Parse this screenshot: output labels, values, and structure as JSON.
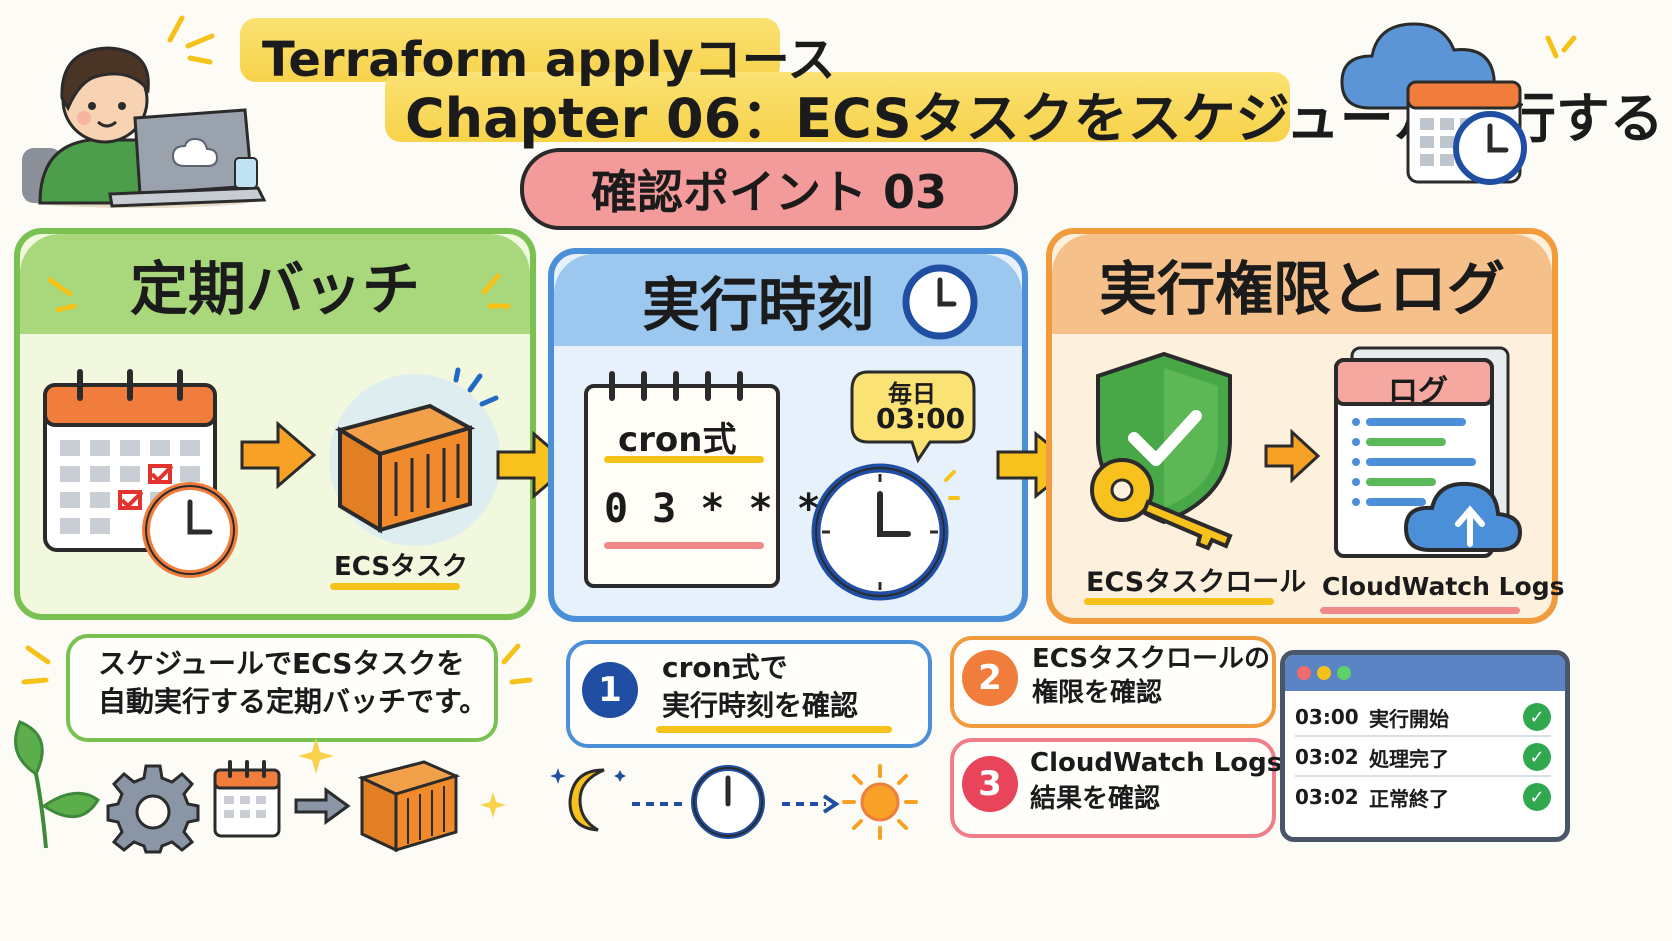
{
  "title": {
    "line1": "Terraform applyコース",
    "line2": "Chapter 06：ECSタスクをスケジュール実行する",
    "badge": "確認ポイント 03"
  },
  "panels": {
    "batch": {
      "heading": "定期バッチ",
      "task_label": "ECSタスク"
    },
    "time": {
      "heading": "実行時刻",
      "cron_title": "cron式",
      "cron_expr": "0 3 * * *",
      "bubble_line1": "毎日",
      "bubble_line2": "03:00"
    },
    "perm": {
      "heading": "実行権限とログ",
      "log_title": "ログ",
      "role_label": "ECSタスクロール",
      "logs_label": "CloudWatch Logs"
    }
  },
  "notes": {
    "summary_line1": "スケジュールでECSタスクを",
    "summary_line2": "自動実行する定期バッチです。",
    "step1": {
      "num": "1",
      "line1": "cron式で",
      "line2": "実行時刻を確認"
    },
    "step2": {
      "num": "2",
      "line1": "ECSタスクロールの",
      "line2": "権限を確認"
    },
    "step3": {
      "num": "3",
      "line1": "CloudWatch Logsで",
      "line2": "結果を確認"
    }
  },
  "log_window": {
    "rows": [
      {
        "time": "03:00",
        "msg": "実行開始"
      },
      {
        "time": "03:02",
        "msg": "処理完了"
      },
      {
        "time": "03:02",
        "msg": "正常終了"
      }
    ]
  },
  "colors": {
    "green": "#7ac152",
    "blue": "#4b8fd9",
    "orange": "#f29b3c",
    "yellow": "#f7d24a",
    "pink": "#f39a9a"
  }
}
